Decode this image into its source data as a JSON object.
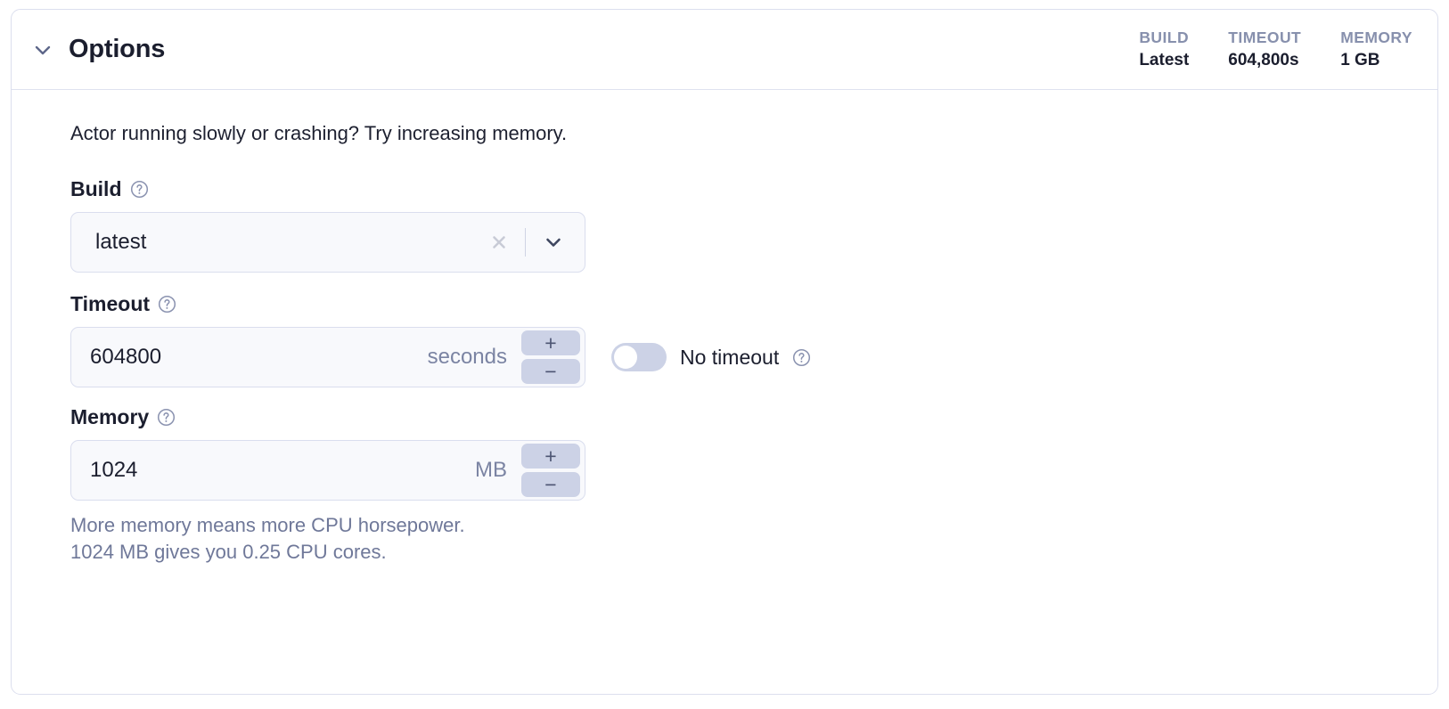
{
  "panel": {
    "title": "Options",
    "collapse_icon": "chevron-down-icon",
    "stats": [
      {
        "label": "BUILD",
        "value": "Latest"
      },
      {
        "label": "TIMEOUT",
        "value": "604,800s"
      },
      {
        "label": "MEMORY",
        "value": "1 GB"
      }
    ],
    "intro": "Actor running slowly or crashing? Try increasing memory.",
    "build": {
      "label": "Build",
      "help_icon": "help-circle-icon",
      "value": "latest",
      "clear_icon": "close-icon",
      "chevron_icon": "chevron-down-icon"
    },
    "timeout": {
      "label": "Timeout",
      "help_icon": "help-circle-icon",
      "value": "604800",
      "unit": "seconds",
      "increment_label": "+",
      "decrement_label": "−",
      "toggle": {
        "label": "No timeout",
        "state": "off",
        "help_icon": "help-circle-icon"
      }
    },
    "memory": {
      "label": "Memory",
      "help_icon": "help-circle-icon",
      "value": "1024",
      "unit": "MB",
      "increment_label": "+",
      "decrement_label": "−",
      "hint_line_1": "More memory means more CPU horsepower.",
      "hint_line_2": "1024 MB gives you 0.25 CPU cores."
    }
  },
  "colors": {
    "panel_border": "#dcdfee",
    "input_bg": "#f8f9fc",
    "input_border": "#dadeee",
    "stepper_bg": "#ccd2e6",
    "muted_text": "#6f7899",
    "stat_label": "#8790ad",
    "primary_text": "#1b1e2e"
  }
}
